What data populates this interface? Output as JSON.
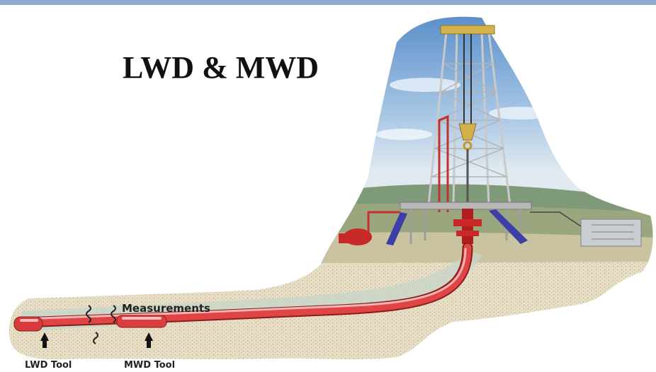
{
  "title": "LWD & MWD",
  "labels": {
    "measurements": "Measurements",
    "lwd_tool": "LWD Tool",
    "mwd_tool": "MWD Tool"
  },
  "colors": {
    "header_bar": "#8fa9cf",
    "pipe": "#d83a3a",
    "soil": "#e6dcc0",
    "sky": "#6f9fd0",
    "derrick": "#c8c8c8"
  }
}
